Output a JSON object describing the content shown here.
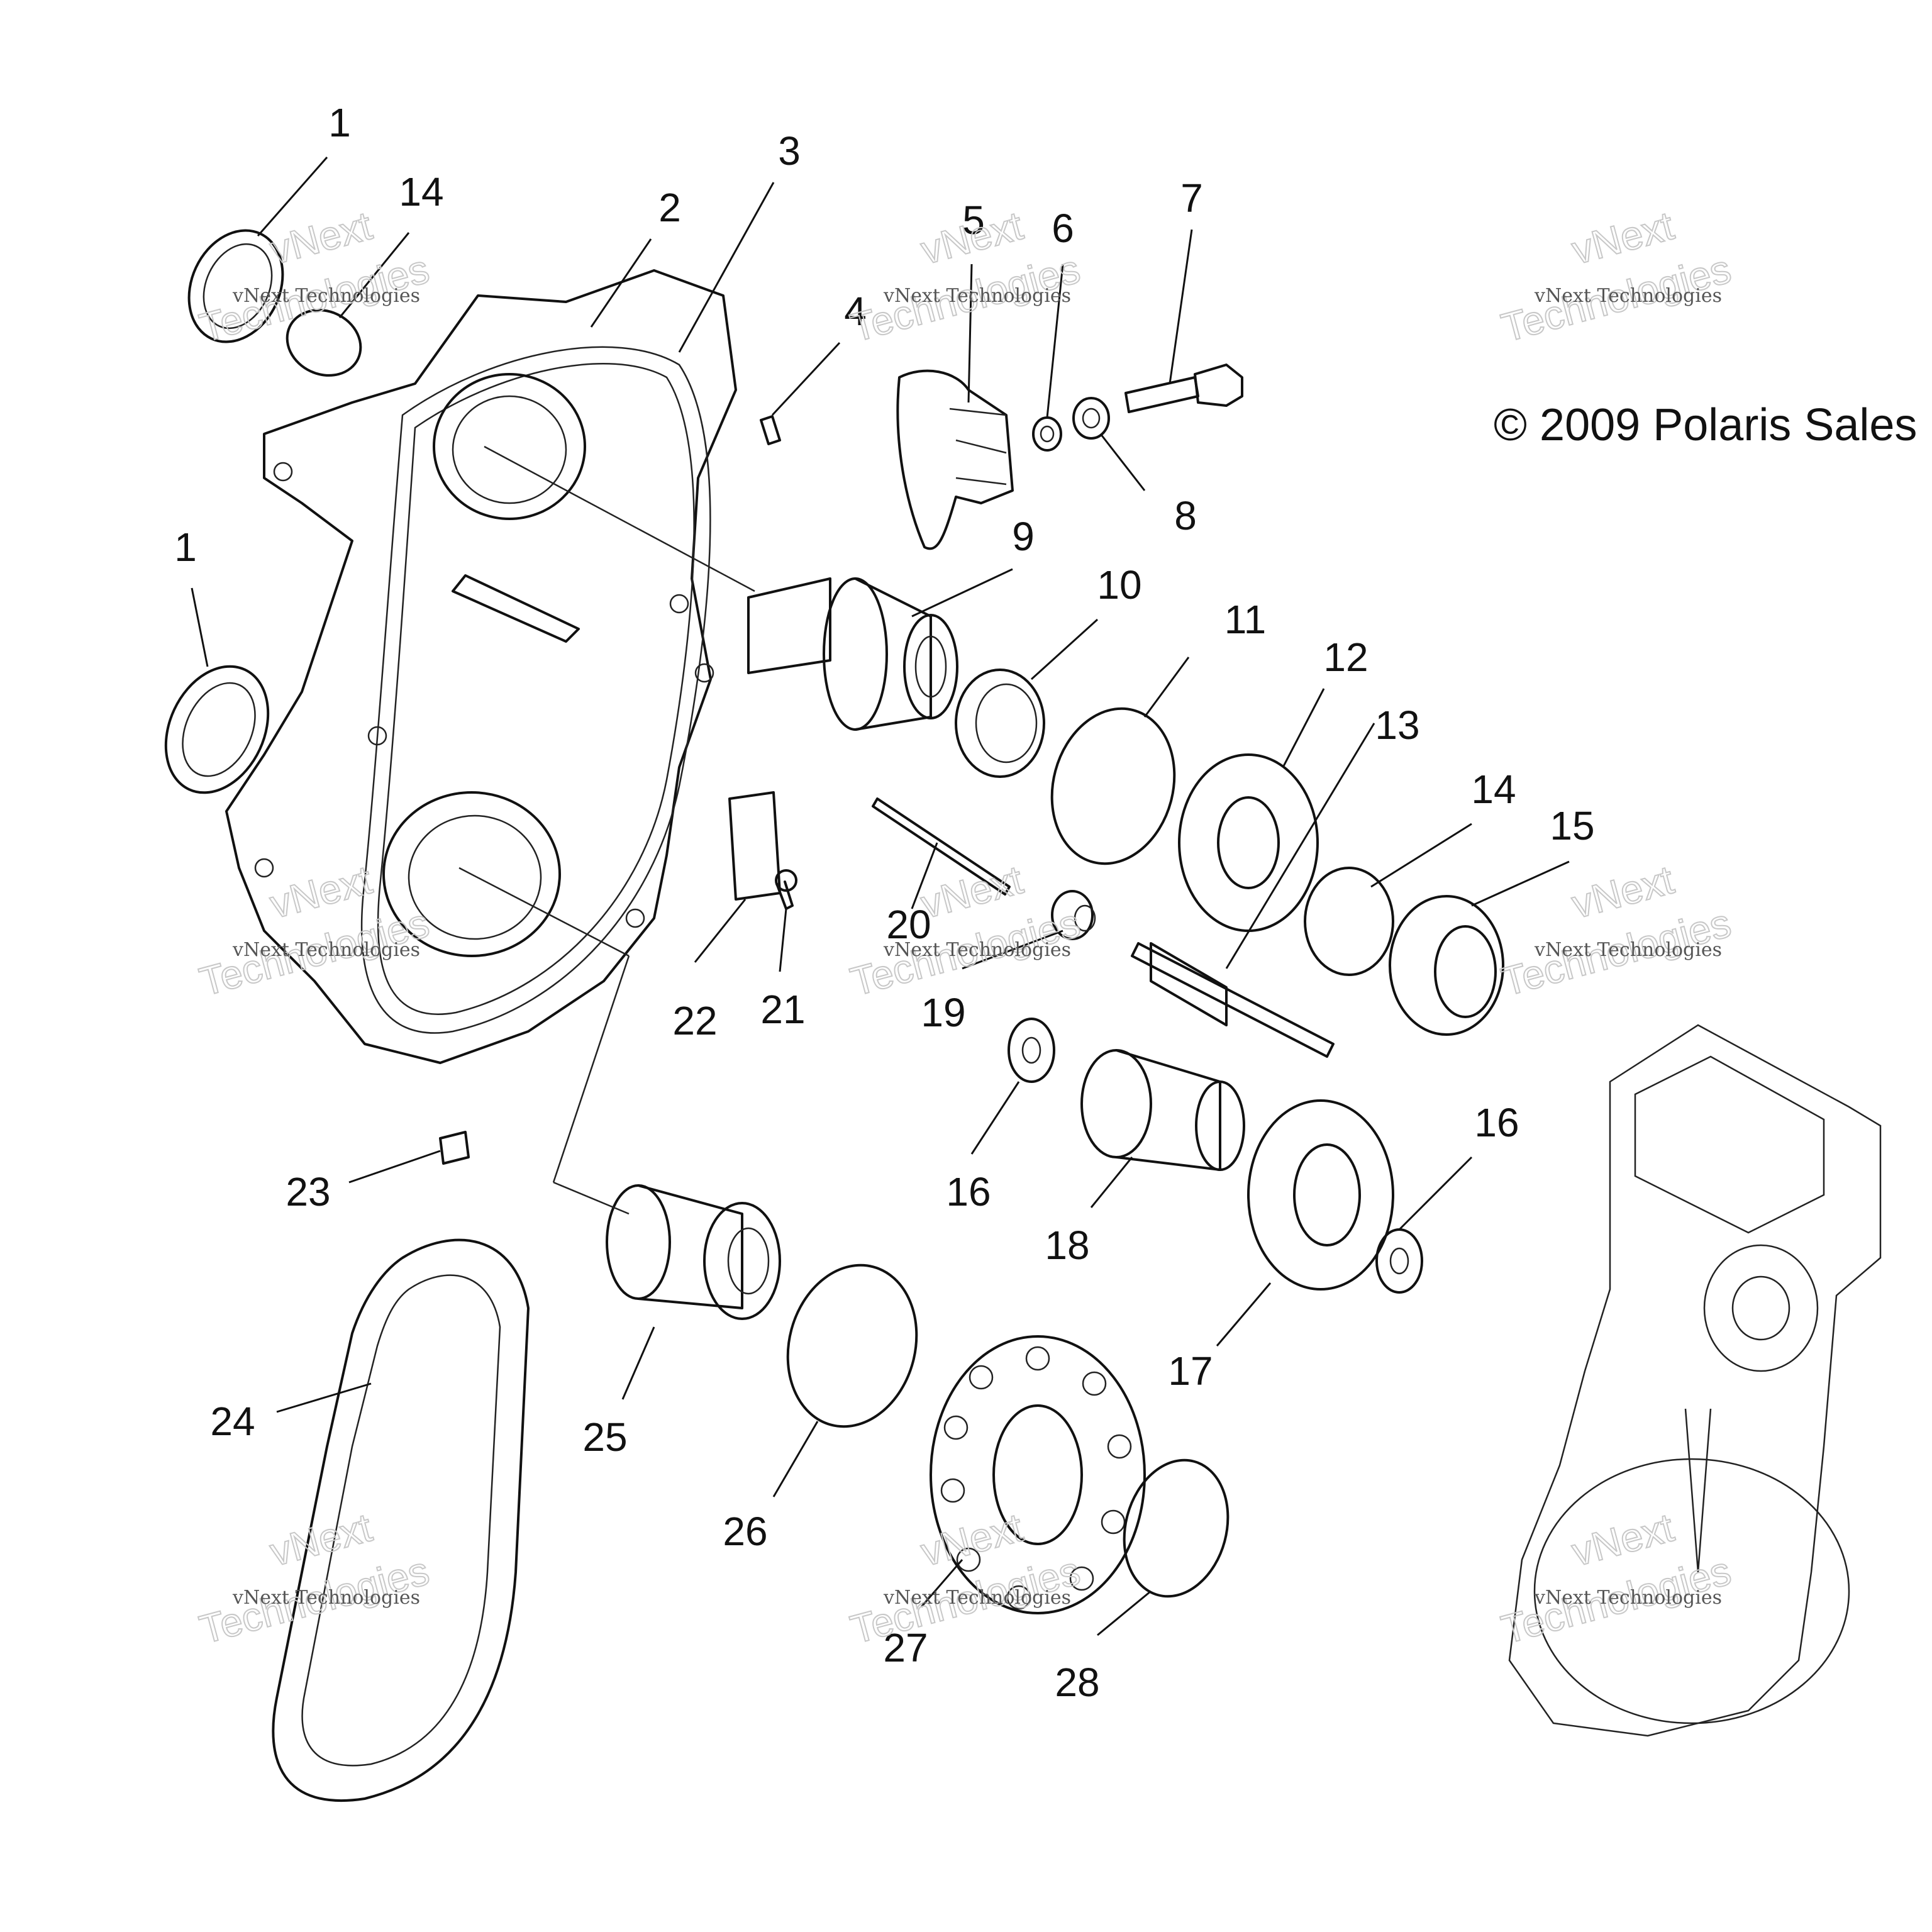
{
  "copyright": "© 2009 Polaris Sales",
  "watermark": {
    "line1": "vNext Technologies",
    "line2": "vNext",
    "line3": "Technologies"
  },
  "callouts": [
    "1",
    "14",
    "2",
    "3",
    "4",
    "5",
    "6",
    "7",
    "8",
    "1",
    "9",
    "10",
    "11",
    "12",
    "13",
    "14",
    "15",
    "20",
    "22",
    "21",
    "19",
    "16",
    "18",
    "16",
    "17",
    "23",
    "24",
    "25",
    "26",
    "27",
    "28"
  ]
}
